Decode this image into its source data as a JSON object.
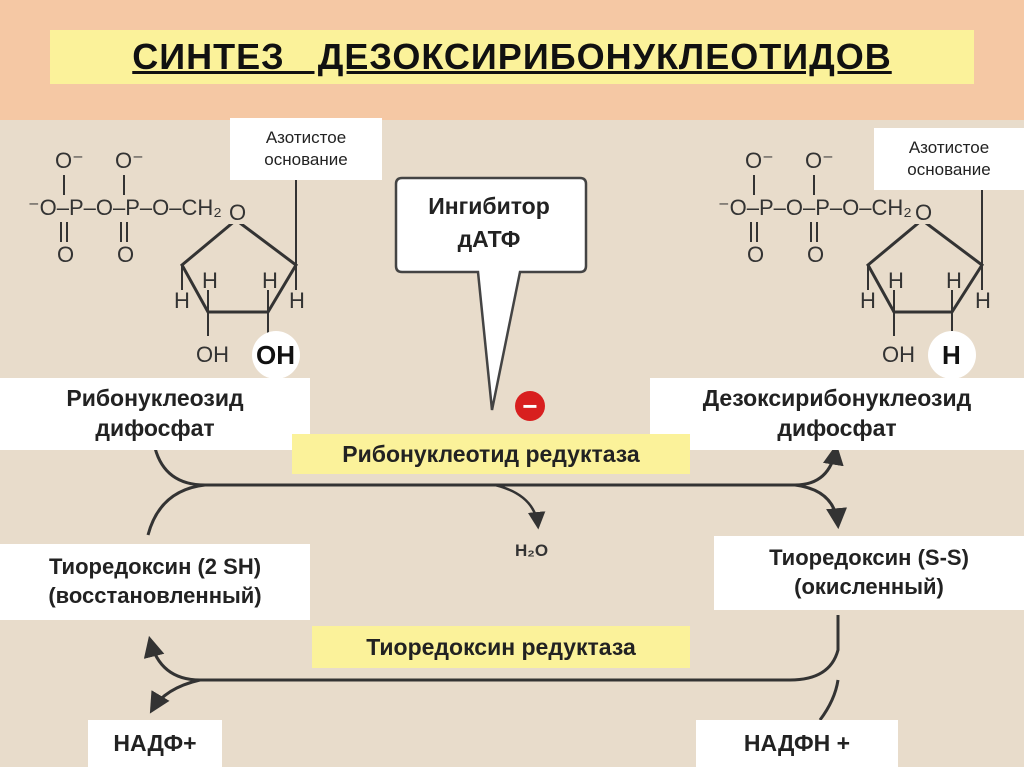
{
  "title": "СИНТЕЗ   ДЕЗОКСИРИБОНУКЛЕОТИДОВ",
  "left_molecule": {
    "base_label": [
      "Азотистое",
      "основание"
    ],
    "phosphate_line": "⁻O–P–O–P–O–CH₂",
    "o_top": "O⁻",
    "o_bottom": "O",
    "ring_o": "O",
    "h": "H",
    "oh": "OH",
    "highlight": "OH"
  },
  "right_molecule": {
    "base_label": [
      "Азотистое",
      "основание"
    ],
    "phosphate_line": "⁻O–P–O–P–O–CH₂",
    "o_top": "O⁻",
    "o_bottom": "O",
    "ring_o": "O",
    "h": "H",
    "oh": "OH",
    "highlight": "H"
  },
  "inhibitor": [
    "Ингибитор",
    "дАТФ"
  ],
  "inhibition_sign": "−",
  "substrate": [
    "Рибонуклеозид",
    "дифосфат"
  ],
  "product": [
    "Дезоксирибонуклеозид",
    "дифосфат"
  ],
  "enzyme_1": "Рибонуклеотид редуктаза",
  "water": "H₂O",
  "thioredoxin_reduced": [
    "Тиоредоксин (2 SH)",
    "(восстановленный)"
  ],
  "thioredoxin_oxidized": [
    "Тиоредоксин (S-S)",
    "(окисленный)"
  ],
  "enzyme_2": "Тиоредоксин редуктаза",
  "nadp_plus": "НАДФ+",
  "nadph": "НАДФН +",
  "colors": {
    "top_band": "#f5c8a4",
    "title_box": "#fbf29a",
    "background": "#e8dccb",
    "inhibition_red": "#d81f1f"
  }
}
